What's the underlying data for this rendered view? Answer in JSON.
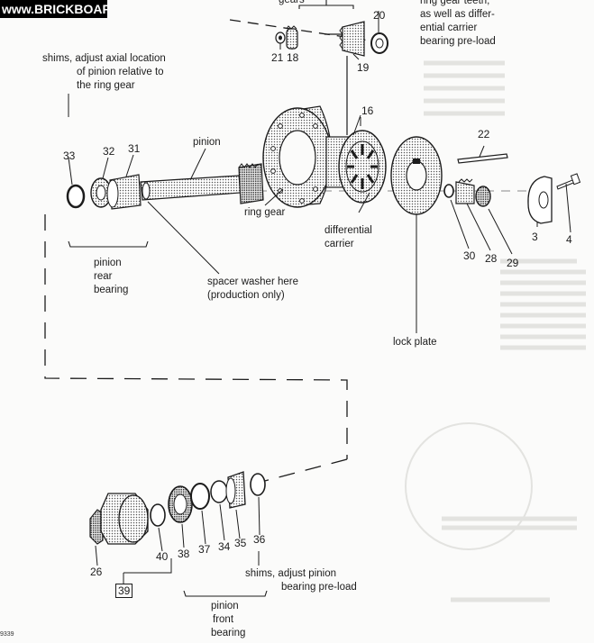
{
  "watermark": "www.BRICKBOARD.com",
  "figure_code": "9339",
  "labels": {
    "gears": "gears",
    "ring_gear_note": [
      "ring gear teeth,",
      "as well as differ-",
      "ential carrier",
      "bearing pre-load"
    ],
    "shims_axial": [
      "shims, adjust axial location",
      "of pinion relative to",
      "the ring gear"
    ],
    "pinion": "pinion",
    "ring_gear": "ring gear",
    "differential_carrier": [
      "differential",
      "carrier"
    ],
    "pinion_rear_bearing": [
      "pinion",
      "rear",
      "bearing"
    ],
    "spacer_washer": [
      "spacer washer here",
      "(production only)"
    ],
    "lock_plate": "lock plate",
    "shims_preload": [
      "shims, adjust pinion",
      "bearing pre-load"
    ],
    "pinion_front_bearing": [
      "pinion",
      "front",
      "bearing"
    ]
  },
  "part_numbers": {
    "p20": "20",
    "p21": "21",
    "p18": "18",
    "p19": "19",
    "p16": "16",
    "p22": "22",
    "p33": "33",
    "p32": "32",
    "p31": "31",
    "p30": "30",
    "p28": "28",
    "p29": "29",
    "p3": "3",
    "p4": "4",
    "p26": "26",
    "p40": "40",
    "p38": "38",
    "p37": "37",
    "p34": "34",
    "p35": "35",
    "p36": "36",
    "p39": "39"
  }
}
